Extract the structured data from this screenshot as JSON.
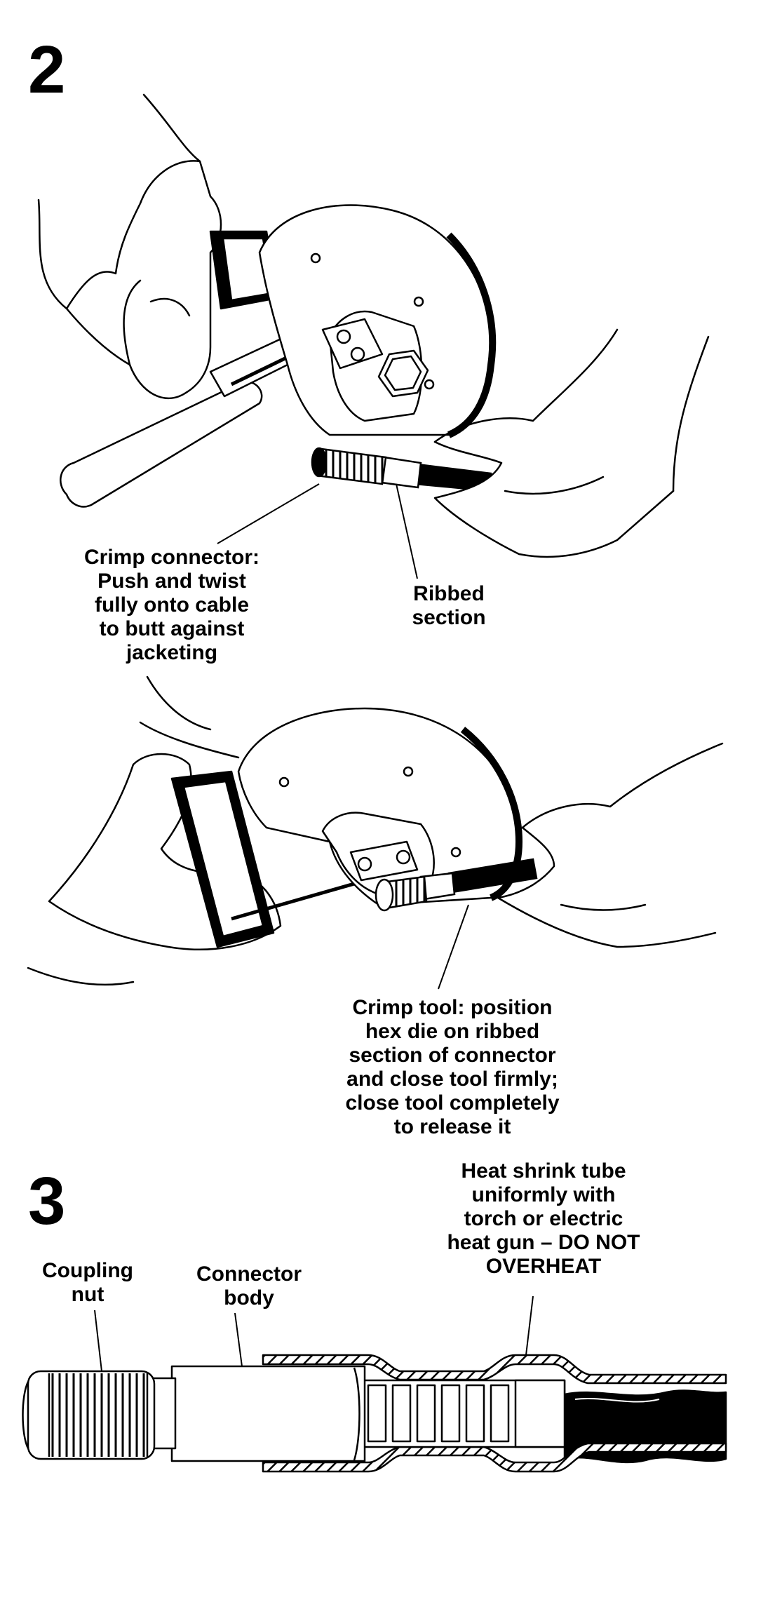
{
  "step2": {
    "number": "2",
    "crimp_connector_label": "Crimp connector:\nPush and twist\nfully onto cable\nto butt against\njacketing",
    "ribbed_section_label": "Ribbed\nsection",
    "crimp_tool_label": "Crimp tool: position\nhex die on ribbed\nsection of connector\nand close tool firmly;\nclose tool completely\nto release it"
  },
  "step3": {
    "number": "3",
    "coupling_nut_label": "Coupling\nnut",
    "connector_body_label": "Connector\nbody",
    "heat_shrink_label": "Heat shrink tube\nuniformly with\ntorch or electric\nheat gun – DO NOT\nOVERHEAT"
  }
}
